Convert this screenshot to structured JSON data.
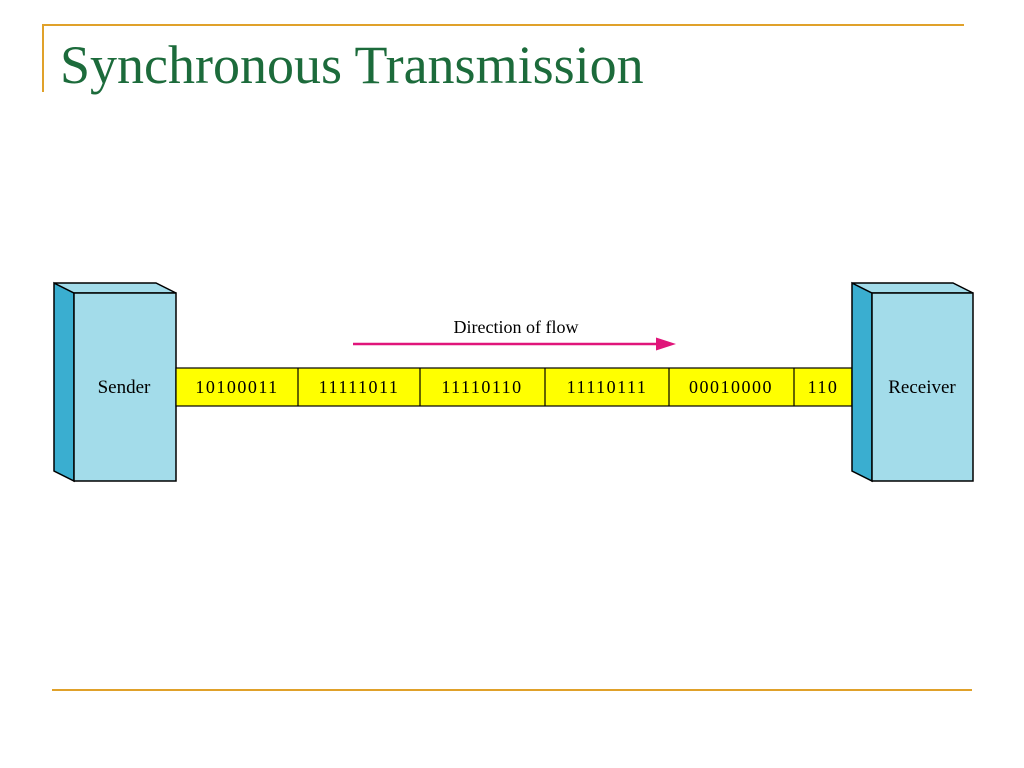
{
  "slide": {
    "title": "Synchronous Transmission"
  },
  "diagram": {
    "sender_label": "Sender",
    "receiver_label": "Receiver",
    "flow_label": "Direction of flow",
    "bit_groups": [
      "10100011",
      "11111011",
      "11110110",
      "11110111",
      "00010000",
      "110"
    ]
  },
  "colors": {
    "title_text": "#1c6b3b",
    "rule": "#e0a12a",
    "box_front": "#a3dcea",
    "box_side": "#3aaed0",
    "stream_fill": "#ffff00",
    "arrow": "#e0157a"
  }
}
